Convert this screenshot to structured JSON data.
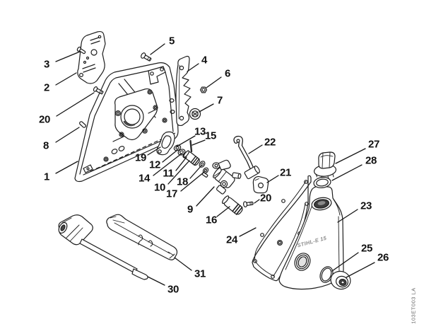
{
  "figure": {
    "type": "exploded-parts-diagram",
    "background": "#ffffff",
    "line_color": "#1d1d1d",
    "label_color": "#101010",
    "drawing_code": "103ET003 LA",
    "tank_embossing": "STIHL-E 15"
  },
  "callouts": [
    {
      "label": "3"
    },
    {
      "label": "2"
    },
    {
      "label": "20"
    },
    {
      "label": "8"
    },
    {
      "label": "1"
    },
    {
      "label": "5"
    },
    {
      "label": "4"
    },
    {
      "label": "6"
    },
    {
      "label": "7"
    },
    {
      "label": "13"
    },
    {
      "label": "15"
    },
    {
      "label": "19"
    },
    {
      "label": "12"
    },
    {
      "label": "14"
    },
    {
      "label": "11"
    },
    {
      "label": "18"
    },
    {
      "label": "10"
    },
    {
      "label": "17"
    },
    {
      "label": "9"
    },
    {
      "label": "16"
    },
    {
      "label": "22"
    },
    {
      "label": "21"
    },
    {
      "label": "20"
    },
    {
      "label": "24"
    },
    {
      "label": "27"
    },
    {
      "label": "28"
    },
    {
      "label": "23"
    },
    {
      "label": "25"
    },
    {
      "label": "26"
    },
    {
      "label": "31"
    },
    {
      "label": "30"
    }
  ]
}
